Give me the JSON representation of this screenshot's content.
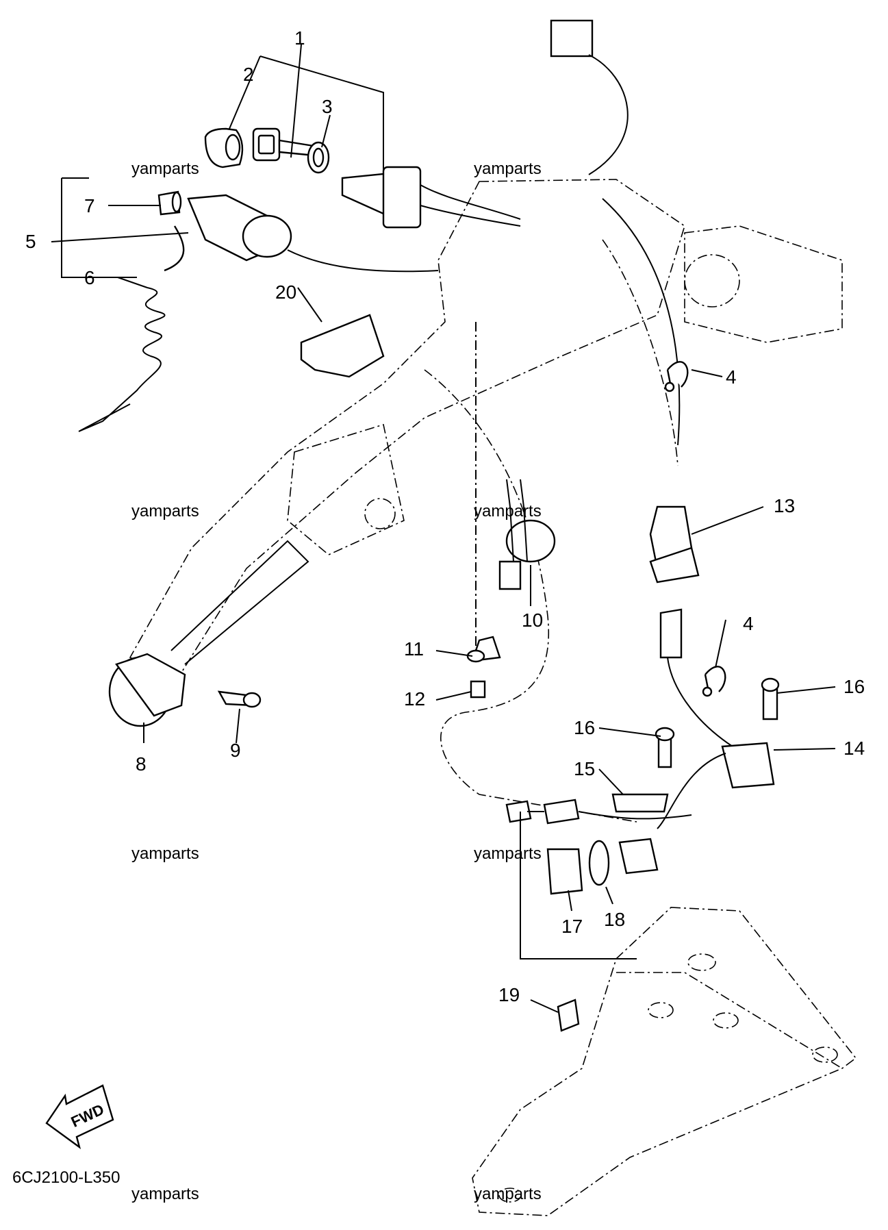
{
  "diagram": {
    "code": "6CJ2100-L350",
    "fwd_label": "FWD",
    "watermark": "yamparts",
    "parts": [
      {
        "num": "1"
      },
      {
        "num": "2"
      },
      {
        "num": "3"
      },
      {
        "num": "4"
      },
      {
        "num": "4"
      },
      {
        "num": "5"
      },
      {
        "num": "6"
      },
      {
        "num": "7"
      },
      {
        "num": "8"
      },
      {
        "num": "9"
      },
      {
        "num": "10"
      },
      {
        "num": "11"
      },
      {
        "num": "12"
      },
      {
        "num": "13"
      },
      {
        "num": "14"
      },
      {
        "num": "15"
      },
      {
        "num": "16"
      },
      {
        "num": "16"
      },
      {
        "num": "17"
      },
      {
        "num": "18"
      },
      {
        "num": "19"
      },
      {
        "num": "20"
      }
    ]
  }
}
